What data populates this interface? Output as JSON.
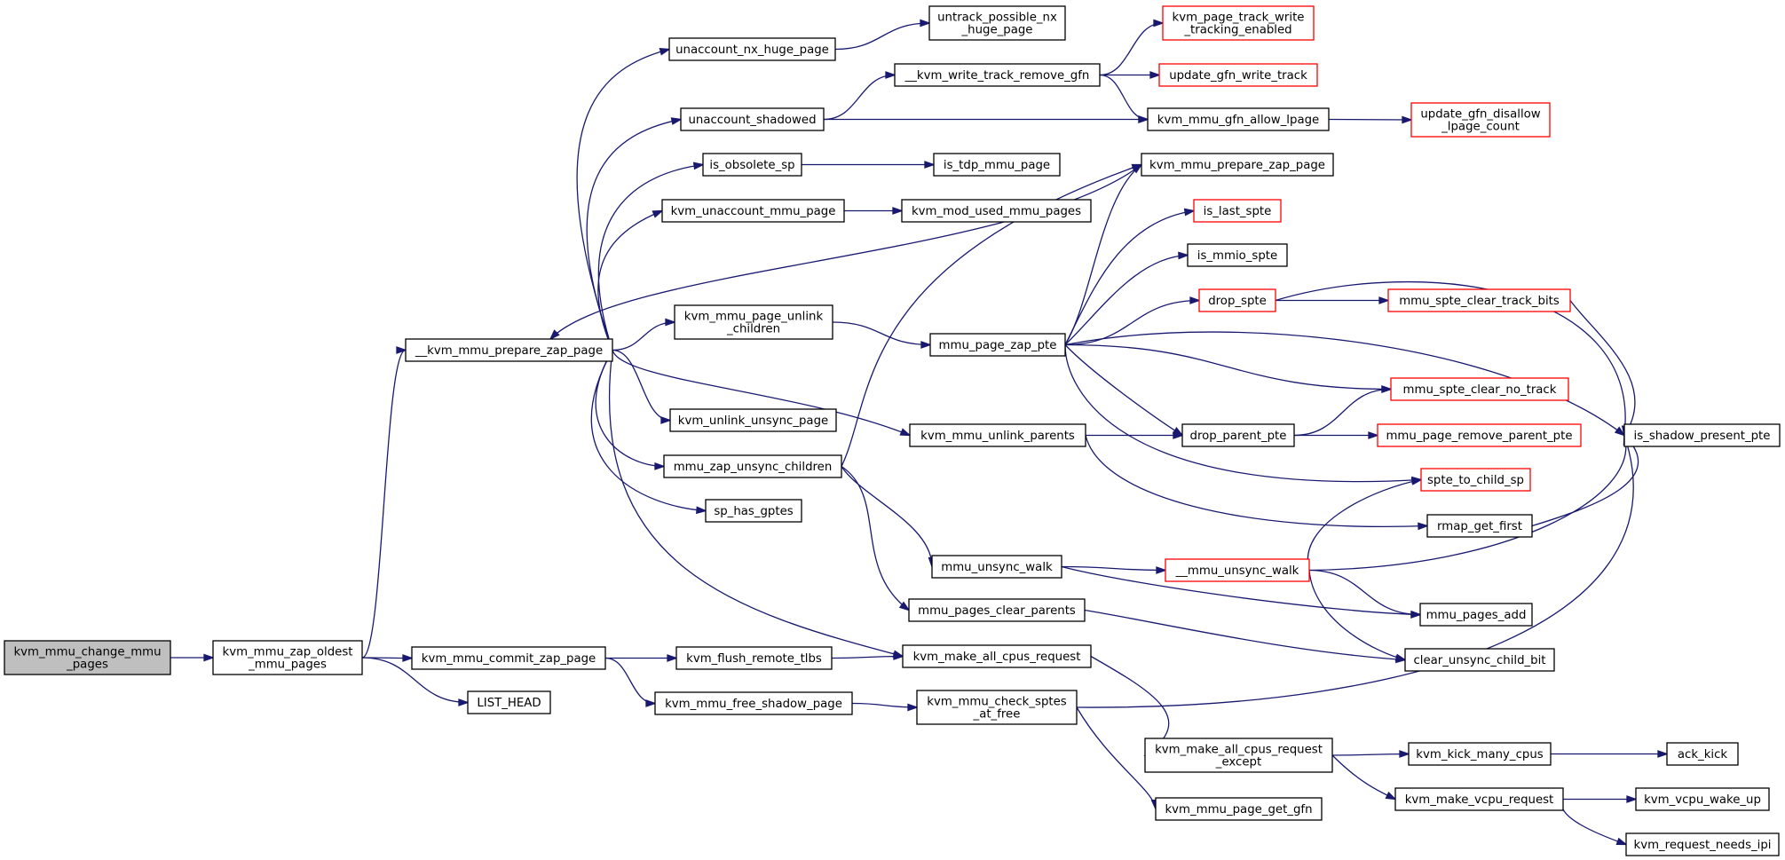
{
  "diagram": {
    "colors": {
      "edge": "#191970",
      "border_normal": "#000000",
      "border_truncated": "#ff0000",
      "root_fill": "#bfbfbf",
      "node_fill": "#ffffff"
    },
    "nodes": [
      {
        "id": "kvm_mmu_change_mmu_pages",
        "lines": [
          "kvm_mmu_change_mmu",
          "_pages"
        ],
        "style": "root"
      },
      {
        "id": "kvm_mmu_zap_oldest_mmu_pages",
        "lines": [
          "kvm_mmu_zap_oldest",
          "_mmu_pages"
        ],
        "style": "normal"
      },
      {
        "id": "__kvm_mmu_prepare_zap_page",
        "lines": [
          "__kvm_mmu_prepare_zap_page"
        ],
        "style": "normal"
      },
      {
        "id": "kvm_mmu_commit_zap_page",
        "lines": [
          "kvm_mmu_commit_zap_page"
        ],
        "style": "normal"
      },
      {
        "id": "LIST_HEAD",
        "lines": [
          "LIST_HEAD"
        ],
        "style": "normal"
      },
      {
        "id": "unaccount_nx_huge_page",
        "lines": [
          "unaccount_nx_huge_page"
        ],
        "style": "normal"
      },
      {
        "id": "unaccount_shadowed",
        "lines": [
          "unaccount_shadowed"
        ],
        "style": "normal"
      },
      {
        "id": "is_obsolete_sp",
        "lines": [
          "is_obsolete_sp"
        ],
        "style": "normal"
      },
      {
        "id": "kvm_unaccount_mmu_page",
        "lines": [
          "kvm_unaccount_mmu_page"
        ],
        "style": "normal"
      },
      {
        "id": "kvm_mmu_page_unlink_children",
        "lines": [
          "kvm_mmu_page_unlink",
          "_children"
        ],
        "style": "normal"
      },
      {
        "id": "kvm_unlink_unsync_page",
        "lines": [
          "kvm_unlink_unsync_page"
        ],
        "style": "normal"
      },
      {
        "id": "mmu_zap_unsync_children",
        "lines": [
          "mmu_zap_unsync_children"
        ],
        "style": "normal"
      },
      {
        "id": "sp_has_gptes",
        "lines": [
          "sp_has_gptes"
        ],
        "style": "normal"
      },
      {
        "id": "kvm_flush_remote_tlbs",
        "lines": [
          "kvm_flush_remote_tlbs"
        ],
        "style": "normal"
      },
      {
        "id": "kvm_mmu_free_shadow_page",
        "lines": [
          "kvm_mmu_free_shadow_page"
        ],
        "style": "normal"
      },
      {
        "id": "untrack_possible_nx_huge_page",
        "lines": [
          "untrack_possible_nx",
          "_huge_page"
        ],
        "style": "normal"
      },
      {
        "id": "__kvm_write_track_remove_gfn",
        "lines": [
          "__kvm_write_track_remove_gfn"
        ],
        "style": "normal"
      },
      {
        "id": "kvm_mmu_gfn_allow_lpage",
        "lines": [
          "kvm_mmu_gfn_allow_lpage"
        ],
        "style": "normal"
      },
      {
        "id": "is_tdp_mmu_page",
        "lines": [
          "is_tdp_mmu_page"
        ],
        "style": "normal"
      },
      {
        "id": "kvm_mod_used_mmu_pages",
        "lines": [
          "kvm_mod_used_mmu_pages"
        ],
        "style": "normal"
      },
      {
        "id": "mmu_page_zap_pte",
        "lines": [
          "mmu_page_zap_pte"
        ],
        "style": "normal"
      },
      {
        "id": "kvm_mmu_unlink_parents",
        "lines": [
          "kvm_mmu_unlink_parents"
        ],
        "style": "normal"
      },
      {
        "id": "mmu_unsync_walk",
        "lines": [
          "mmu_unsync_walk"
        ],
        "style": "normal"
      },
      {
        "id": "mmu_pages_clear_parents",
        "lines": [
          "mmu_pages_clear_parents"
        ],
        "style": "normal"
      },
      {
        "id": "kvm_make_all_cpus_request",
        "lines": [
          "kvm_make_all_cpus_request"
        ],
        "style": "normal"
      },
      {
        "id": "kvm_mmu_check_sptes_at_free",
        "lines": [
          "kvm_mmu_check_sptes",
          "_at_free"
        ],
        "style": "normal"
      },
      {
        "id": "kvm_page_track_write_tracking_enabled",
        "lines": [
          "kvm_page_track_write",
          "_tracking_enabled"
        ],
        "style": "truncated"
      },
      {
        "id": "update_gfn_write_track",
        "lines": [
          "update_gfn_write_track"
        ],
        "style": "truncated"
      },
      {
        "id": "update_gfn_disallow_lpage_count",
        "lines": [
          "update_gfn_disallow",
          "_lpage_count"
        ],
        "style": "truncated"
      },
      {
        "id": "kvm_mmu_prepare_zap_page",
        "lines": [
          "kvm_mmu_prepare_zap_page"
        ],
        "style": "normal"
      },
      {
        "id": "is_last_spte",
        "lines": [
          "is_last_spte"
        ],
        "style": "truncated"
      },
      {
        "id": "is_mmio_spte",
        "lines": [
          "is_mmio_spte"
        ],
        "style": "normal"
      },
      {
        "id": "drop_spte",
        "lines": [
          "drop_spte"
        ],
        "style": "truncated"
      },
      {
        "id": "drop_parent_pte",
        "lines": [
          "drop_parent_pte"
        ],
        "style": "normal"
      },
      {
        "id": "rmap_get_first",
        "lines": [
          "rmap_get_first"
        ],
        "style": "normal"
      },
      {
        "id": "__mmu_unsync_walk",
        "lines": [
          "__mmu_unsync_walk"
        ],
        "style": "truncated"
      },
      {
        "id": "kvm_make_all_cpus_request_except",
        "lines": [
          "kvm_make_all_cpus_request",
          "_except"
        ],
        "style": "normal"
      },
      {
        "id": "kvm_mmu_page_get_gfn",
        "lines": [
          "kvm_mmu_page_get_gfn"
        ],
        "style": "normal"
      },
      {
        "id": "mmu_spte_clear_track_bits",
        "lines": [
          "mmu_spte_clear_track_bits"
        ],
        "style": "truncated"
      },
      {
        "id": "mmu_spte_clear_no_track",
        "lines": [
          "mmu_spte_clear_no_track"
        ],
        "style": "truncated"
      },
      {
        "id": "mmu_page_remove_parent_pte",
        "lines": [
          "mmu_page_remove_parent_pte"
        ],
        "style": "truncated"
      },
      {
        "id": "spte_to_child_sp",
        "lines": [
          "spte_to_child_sp"
        ],
        "style": "truncated"
      },
      {
        "id": "mmu_pages_add",
        "lines": [
          "mmu_pages_add"
        ],
        "style": "normal"
      },
      {
        "id": "clear_unsync_child_bit",
        "lines": [
          "clear_unsync_child_bit"
        ],
        "style": "normal"
      },
      {
        "id": "kvm_kick_many_cpus",
        "lines": [
          "kvm_kick_many_cpus"
        ],
        "style": "normal"
      },
      {
        "id": "kvm_make_vcpu_request",
        "lines": [
          "kvm_make_vcpu_request"
        ],
        "style": "normal"
      },
      {
        "id": "is_shadow_present_pte",
        "lines": [
          "is_shadow_present_pte"
        ],
        "style": "normal"
      },
      {
        "id": "ack_kick",
        "lines": [
          "ack_kick"
        ],
        "style": "normal"
      },
      {
        "id": "kvm_vcpu_wake_up",
        "lines": [
          "kvm_vcpu_wake_up"
        ],
        "style": "normal"
      },
      {
        "id": "kvm_request_needs_ipi",
        "lines": [
          "kvm_request_needs_ipi"
        ],
        "style": "normal"
      }
    ],
    "edges": [
      {
        "from": "kvm_mmu_change_mmu_pages",
        "to": "kvm_mmu_zap_oldest_mmu_pages"
      },
      {
        "from": "kvm_mmu_zap_oldest_mmu_pages",
        "to": "__kvm_mmu_prepare_zap_page"
      },
      {
        "from": "kvm_mmu_zap_oldest_mmu_pages",
        "to": "kvm_mmu_commit_zap_page"
      },
      {
        "from": "kvm_mmu_zap_oldest_mmu_pages",
        "to": "LIST_HEAD"
      },
      {
        "from": "__kvm_mmu_prepare_zap_page",
        "to": "unaccount_nx_huge_page"
      },
      {
        "from": "__kvm_mmu_prepare_zap_page",
        "to": "unaccount_shadowed"
      },
      {
        "from": "__kvm_mmu_prepare_zap_page",
        "to": "is_obsolete_sp"
      },
      {
        "from": "__kvm_mmu_prepare_zap_page",
        "to": "kvm_unaccount_mmu_page"
      },
      {
        "from": "__kvm_mmu_prepare_zap_page",
        "to": "kvm_mmu_page_unlink_children"
      },
      {
        "from": "__kvm_mmu_prepare_zap_page",
        "to": "kvm_unlink_unsync_page"
      },
      {
        "from": "__kvm_mmu_prepare_zap_page",
        "to": "mmu_zap_unsync_children"
      },
      {
        "from": "__kvm_mmu_prepare_zap_page",
        "to": "sp_has_gptes"
      },
      {
        "from": "__kvm_mmu_prepare_zap_page",
        "to": "kvm_mmu_unlink_parents"
      },
      {
        "from": "__kvm_mmu_prepare_zap_page",
        "to": "kvm_make_all_cpus_request"
      },
      {
        "from": "kvm_mmu_prepare_zap_page",
        "to": "__kvm_mmu_prepare_zap_page"
      },
      {
        "from": "kvm_mmu_commit_zap_page",
        "to": "kvm_flush_remote_tlbs"
      },
      {
        "from": "kvm_mmu_commit_zap_page",
        "to": "kvm_mmu_free_shadow_page"
      },
      {
        "from": "unaccount_nx_huge_page",
        "to": "untrack_possible_nx_huge_page"
      },
      {
        "from": "unaccount_shadowed",
        "to": "__kvm_write_track_remove_gfn"
      },
      {
        "from": "unaccount_shadowed",
        "to": "kvm_mmu_gfn_allow_lpage"
      },
      {
        "from": "is_obsolete_sp",
        "to": "is_tdp_mmu_page"
      },
      {
        "from": "kvm_unaccount_mmu_page",
        "to": "kvm_mod_used_mmu_pages"
      },
      {
        "from": "kvm_mmu_page_unlink_children",
        "to": "mmu_page_zap_pte"
      },
      {
        "from": "mmu_zap_unsync_children",
        "to": "kvm_mmu_prepare_zap_page"
      },
      {
        "from": "mmu_zap_unsync_children",
        "to": "mmu_unsync_walk"
      },
      {
        "from": "mmu_zap_unsync_children",
        "to": "mmu_pages_clear_parents"
      },
      {
        "from": "kvm_flush_remote_tlbs",
        "to": "kvm_make_all_cpus_request"
      },
      {
        "from": "kvm_mmu_free_shadow_page",
        "to": "kvm_mmu_check_sptes_at_free"
      },
      {
        "from": "__kvm_write_track_remove_gfn",
        "to": "kvm_page_track_write_tracking_enabled"
      },
      {
        "from": "__kvm_write_track_remove_gfn",
        "to": "update_gfn_write_track"
      },
      {
        "from": "__kvm_write_track_remove_gfn",
        "to": "kvm_mmu_gfn_allow_lpage"
      },
      {
        "from": "kvm_mmu_gfn_allow_lpage",
        "to": "update_gfn_disallow_lpage_count"
      },
      {
        "from": "mmu_page_zap_pte",
        "to": "kvm_mmu_prepare_zap_page"
      },
      {
        "from": "mmu_page_zap_pte",
        "to": "is_last_spte"
      },
      {
        "from": "mmu_page_zap_pte",
        "to": "is_mmio_spte"
      },
      {
        "from": "mmu_page_zap_pte",
        "to": "drop_spte"
      },
      {
        "from": "mmu_page_zap_pte",
        "to": "is_shadow_present_pte"
      },
      {
        "from": "mmu_page_zap_pte",
        "to": "mmu_spte_clear_no_track"
      },
      {
        "from": "mmu_page_zap_pte",
        "to": "drop_parent_pte"
      },
      {
        "from": "mmu_page_zap_pte",
        "to": "spte_to_child_sp"
      },
      {
        "from": "kvm_mmu_unlink_parents",
        "to": "drop_parent_pte"
      },
      {
        "from": "kvm_mmu_unlink_parents",
        "to": "rmap_get_first"
      },
      {
        "from": "mmu_unsync_walk",
        "to": "__mmu_unsync_walk"
      },
      {
        "from": "mmu_unsync_walk",
        "to": "mmu_pages_add"
      },
      {
        "from": "mmu_pages_clear_parents",
        "to": "clear_unsync_child_bit"
      },
      {
        "from": "kvm_make_all_cpus_request",
        "to": "kvm_make_all_cpus_request_except"
      },
      {
        "from": "kvm_mmu_check_sptes_at_free",
        "to": "is_shadow_present_pte"
      },
      {
        "from": "kvm_mmu_check_sptes_at_free",
        "to": "kvm_mmu_page_get_gfn"
      },
      {
        "from": "drop_spte",
        "to": "mmu_spte_clear_track_bits"
      },
      {
        "from": "drop_spte",
        "to": "is_shadow_present_pte"
      },
      {
        "from": "drop_parent_pte",
        "to": "mmu_spte_clear_no_track"
      },
      {
        "from": "drop_parent_pte",
        "to": "mmu_page_remove_parent_pte"
      },
      {
        "from": "rmap_get_first",
        "to": "is_shadow_present_pte"
      },
      {
        "from": "__mmu_unsync_walk",
        "to": "spte_to_child_sp"
      },
      {
        "from": "__mmu_unsync_walk",
        "to": "is_shadow_present_pte"
      },
      {
        "from": "__mmu_unsync_walk",
        "to": "mmu_pages_add"
      },
      {
        "from": "__mmu_unsync_walk",
        "to": "clear_unsync_child_bit"
      },
      {
        "from": "kvm_make_all_cpus_request_except",
        "to": "kvm_kick_many_cpus"
      },
      {
        "from": "kvm_make_all_cpus_request_except",
        "to": "kvm_make_vcpu_request"
      },
      {
        "from": "mmu_spte_clear_track_bits",
        "to": "is_shadow_present_pte"
      },
      {
        "from": "kvm_kick_many_cpus",
        "to": "ack_kick"
      },
      {
        "from": "kvm_make_vcpu_request",
        "to": "kvm_vcpu_wake_up"
      },
      {
        "from": "kvm_make_vcpu_request",
        "to": "kvm_request_needs_ipi"
      }
    ]
  }
}
